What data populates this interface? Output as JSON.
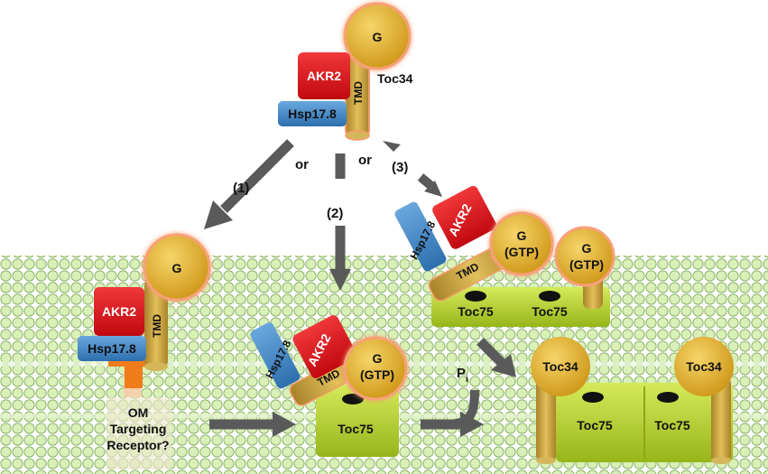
{
  "labels": {
    "g": "G",
    "g_gtp": "(GTP)",
    "akr2": "AKR2",
    "hsp": "Hsp17.8",
    "tmd": "TMD",
    "toc34": "Toc34",
    "toc75": "Toc75",
    "or": "or",
    "path1": "(1)",
    "path2": "(2)",
    "path3": "(3)",
    "pi_main": "P",
    "pi_sub": "i",
    "receptor_line1": "OM",
    "receptor_line2": "Targeting",
    "receptor_line3": "Receptor?"
  },
  "colors": {
    "akr2": "#e0141c",
    "hsp": "#3d86c6",
    "g_domain": "#e8b532",
    "tmd": "#c9a23a",
    "toc75": "#b3d12a",
    "receptor": "#f07c1a",
    "membrane_head": "#d9f0b8",
    "membrane_stroke": "#8db46a",
    "arrow": "#5a5a5a"
  }
}
